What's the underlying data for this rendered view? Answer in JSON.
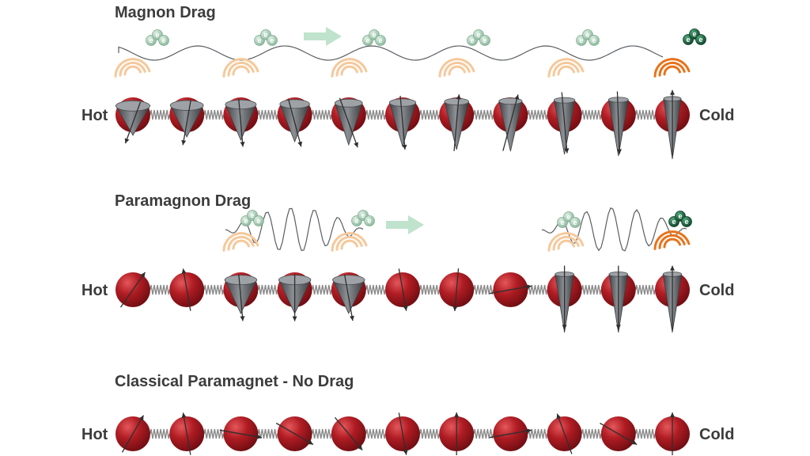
{
  "colors": {
    "atom": "#b01c23",
    "atom_highlight": "#e04a4f",
    "cone": "#5f6367",
    "cone_light": "#9ea2a6",
    "spring": "#8a8a8a",
    "wave": "#5a5e62",
    "electron_faint": "#a8cbb5",
    "electron_dark": "#1e6b46",
    "arrow": "#bfe3cc",
    "radiation_faint": "#f6c89a",
    "radiation_dark": "#e8731b",
    "text": "#3c3c3c"
  },
  "electron_label": "e",
  "panels": [
    {
      "id": "magnon-drag",
      "title": "Magnon Drag",
      "left_label": "Hot",
      "right_label": "Cold",
      "spin_cones": [
        0.9,
        0.85,
        0.75,
        0.7,
        0.6,
        0.55,
        0.45,
        0.4,
        0.3,
        0.25,
        0.15
      ],
      "arrow_angles": [
        200,
        190,
        175,
        165,
        160,
        175,
        5,
        15,
        175,
        178,
        0
      ]
    },
    {
      "id": "paramagnon-drag",
      "title": "Paramagnon Drag",
      "left_label": "Hot",
      "right_label": "Cold",
      "spin_cones": [
        null,
        null,
        0.8,
        0.8,
        0.8,
        null,
        null,
        null,
        0.2,
        0.2,
        0.2
      ],
      "arrow_angles": [
        35,
        -10,
        175,
        180,
        170,
        170,
        185,
        80,
        180,
        180,
        0
      ]
    },
    {
      "id": "classical-paramagnet",
      "title": "Classical Paramagnet - No Drag",
      "left_label": "Hot",
      "right_label": "Cold",
      "spin_cones": [
        null,
        null,
        null,
        null,
        null,
        null,
        null,
        null,
        null,
        null,
        null
      ],
      "arrow_angles": [
        30,
        -10,
        100,
        120,
        140,
        170,
        0,
        80,
        -20,
        120,
        0
      ]
    }
  ]
}
